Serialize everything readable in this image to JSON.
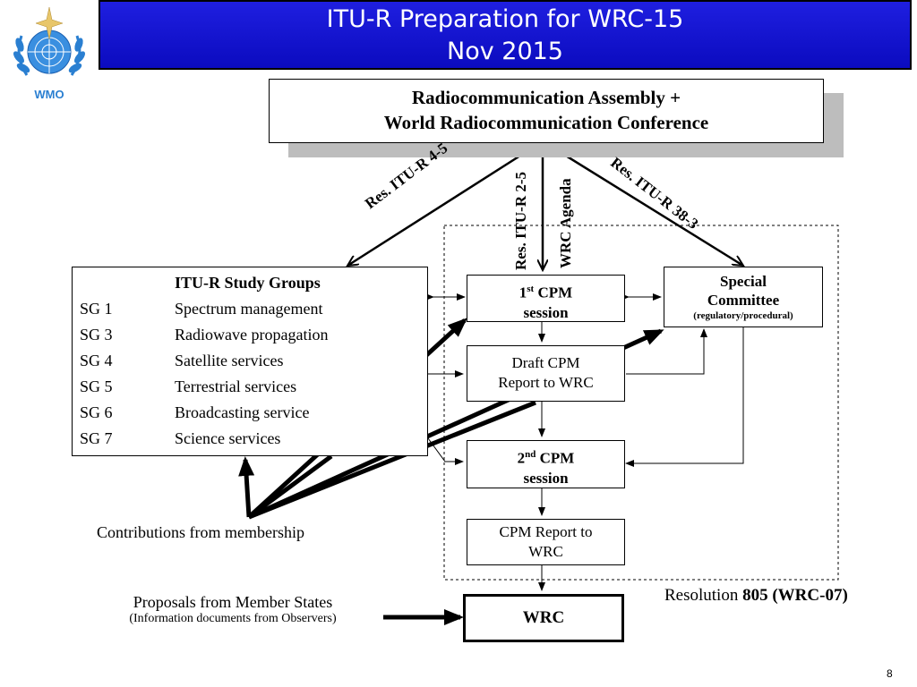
{
  "header": {
    "title_line1": "ITU-R Preparation for WRC-15",
    "title_line2": "Nov 2015",
    "logo_text": "WMO"
  },
  "colors": {
    "header_bg": "#1414d4",
    "logo_blue": "#2a7fd1"
  },
  "assembly": {
    "line1": "Radiocommunication Assembly +",
    "line2": "World Radiocommunication Conference"
  },
  "arrow_labels": {
    "res_4_5": "Res. ITU-R 4-5",
    "res_2_5": "Res. ITU-R 2-5",
    "wrc_agenda": "WRC Agenda",
    "res_38_3": "Res. ITU-R 38-3"
  },
  "study_groups": {
    "title": "ITU-R Study Groups",
    "items": [
      {
        "code": "SG 1",
        "name": "Spectrum management"
      },
      {
        "code": "SG 3",
        "name": "Radiowave propagation"
      },
      {
        "code": "SG 4",
        "name": "Satellite services"
      },
      {
        "code": "SG 5",
        "name": "Terrestrial services"
      },
      {
        "code": "SG 6",
        "name": "Broadcasting service"
      },
      {
        "code": "SG 7",
        "name": "Science services"
      }
    ]
  },
  "cpm1": {
    "ordinal": "1",
    "sup": "st",
    "line1_rest": " CPM",
    "line2": "session"
  },
  "special_committee": {
    "line1": "Special",
    "line2": "Committee",
    "line3": "(regulatory/procedural)"
  },
  "draft_cpm": {
    "line1": "Draft CPM",
    "line2": "Report to WRC"
  },
  "cpm2": {
    "ordinal": "2",
    "sup": "nd",
    "line1_rest": " CPM",
    "line2": "session"
  },
  "cpm_report": {
    "line1": "CPM Report to",
    "line2": "WRC"
  },
  "wrc": {
    "label": "WRC"
  },
  "contributions": "Contributions from membership",
  "proposals": {
    "line1": "Proposals from Member States",
    "line2": "(Information documents from Observers)"
  },
  "resolution": {
    "prefix": "Resolution ",
    "bold": "805 (WRC-07)"
  },
  "page_number": "8"
}
